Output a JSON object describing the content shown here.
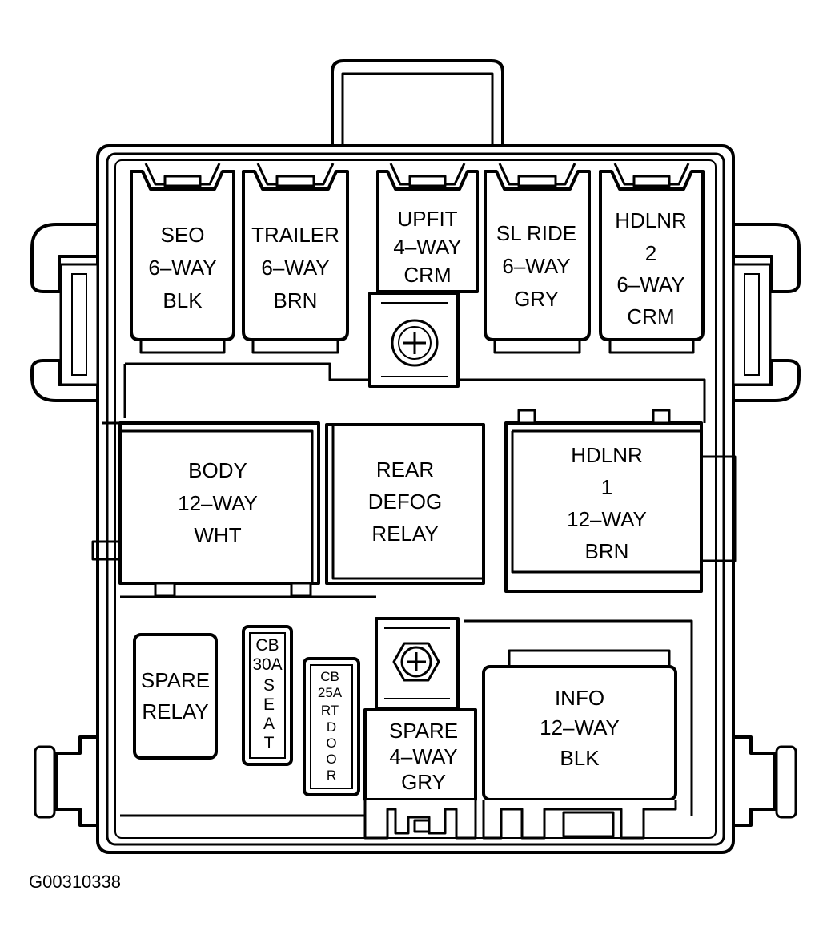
{
  "figure_id": "G00310338",
  "connectors": {
    "seo": [
      "SEO",
      "6–WAY",
      "BLK"
    ],
    "trailer": [
      "TRAILER",
      "6–WAY",
      "BRN"
    ],
    "upfit": [
      "UPFIT",
      "4–WAY",
      "CRM"
    ],
    "sl_ride": [
      "SL RIDE",
      "6–WAY",
      "GRY"
    ],
    "hdlnr2": [
      "HDLNR",
      "2",
      "6–WAY",
      "CRM"
    ],
    "body": [
      "BODY",
      "12–WAY",
      "WHT"
    ],
    "hdlnr1": [
      "HDLNR",
      "1",
      "12–WAY",
      "BRN"
    ],
    "spare_4way": [
      "SPARE",
      "4–WAY",
      "GRY"
    ],
    "info": [
      "INFO",
      "12–WAY",
      "BLK"
    ]
  },
  "relays": {
    "rear_defog": [
      "REAR",
      "DEFOG",
      "RELAY"
    ],
    "spare": [
      "SPARE",
      "RELAY"
    ]
  },
  "circuit_breakers": {
    "seat": {
      "rating": [
        "CB",
        "30A"
      ],
      "name": [
        "S",
        "E",
        "A",
        "T"
      ]
    },
    "rt_door": {
      "rating": [
        "CB",
        "25A"
      ],
      "name": [
        "RT",
        "D",
        "O",
        "O",
        "R"
      ]
    }
  }
}
